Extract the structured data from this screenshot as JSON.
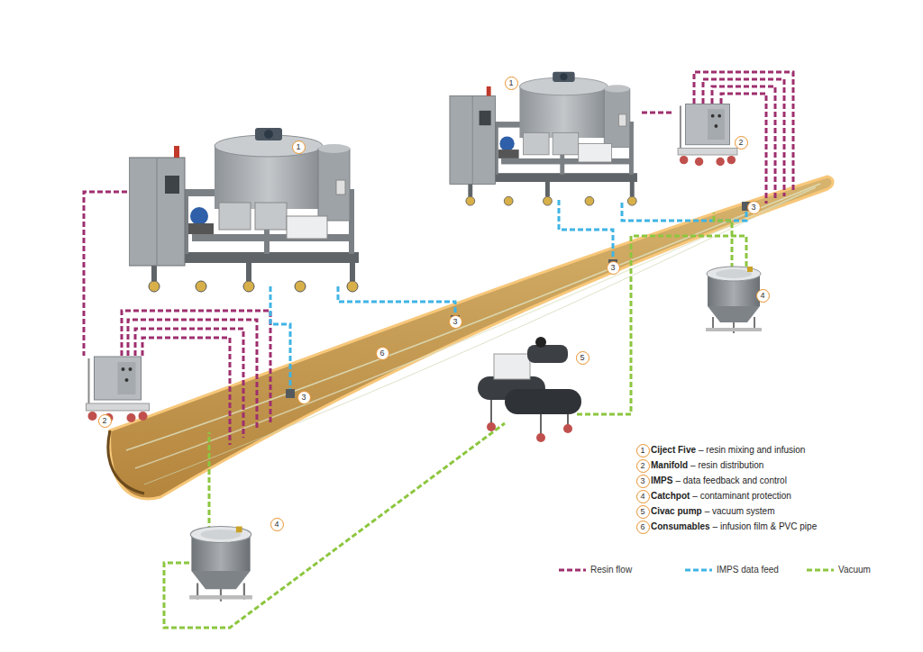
{
  "diagram": {
    "nodes": [
      {
        "text": [
          "1"
        ]
      },
      {
        "text": [
          "2"
        ]
      },
      {
        "text": [
          "1"
        ]
      },
      {
        "text": [
          "3"
        ]
      },
      {
        "text": [
          "3"
        ]
      },
      {
        "text": [
          "4"
        ]
      },
      {
        "text": [
          "3"
        ]
      },
      {
        "text": [
          "6"
        ]
      },
      {
        "text": [
          "5"
        ]
      },
      {
        "text": [
          "3"
        ]
      },
      {
        "text": [
          "2"
        ]
      },
      {
        "text": [
          "4"
        ]
      },
      {
        "text": [
          "1"
        ]
      },
      {
        "text": [
          "2"
        ]
      },
      {
        "text": [
          "3"
        ]
      },
      {
        "text": [
          "4"
        ]
      },
      {
        "text": [
          "5"
        ]
      },
      {
        "text": [
          "6"
        ]
      }
    ],
    "labels": [
      "Ciject Five",
      "– resin mixing and infusion",
      "Manifold",
      "– resin distribution",
      "IMPS",
      "– data feedback and control",
      "Catchpot",
      "– contaminant protection",
      "Civac pump",
      "– vacuum system",
      "Consumables",
      "– infusion film & PVC pipe"
    ],
    "legend": [
      {
        "text": "Resin flow"
      },
      {
        "text": "IMPS data feed"
      },
      {
        "text": "Vacuum"
      }
    ]
  }
}
